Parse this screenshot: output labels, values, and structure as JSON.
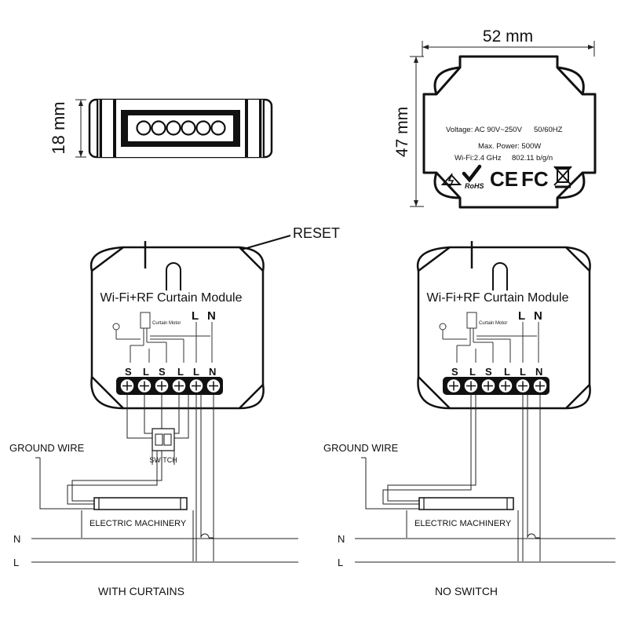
{
  "dimensions": {
    "width": "52 mm",
    "height": "47 mm",
    "depth": "18 mm"
  },
  "label": {
    "voltage": "Voltage: AC 90V~250V",
    "frequency": "50/60HZ",
    "power": "Max. Power: 500W",
    "wifi": "Wi-Fi:2.4 GHz",
    "wifi_std": "802.11 b/g/n",
    "rohs": "RoHS",
    "ce": "CE",
    "fc": "FC"
  },
  "module": {
    "title": "Wi-Fi+RF Curtain Module",
    "motor_label": "Curtain Motor",
    "terminal_L": "L",
    "terminal_N": "N",
    "terminals": [
      "S",
      "L",
      "S",
      "L",
      "L",
      "N"
    ]
  },
  "reset_label": "RESET",
  "wiring": {
    "ground_wire": "GROUND WIRE",
    "switch": "SWITCH",
    "machinery": "ELECTRIC MACHINERY",
    "line_n": "N",
    "line_l": "L",
    "caption_left": "WITH CURTAINS",
    "caption_right": "NO SWITCH"
  }
}
